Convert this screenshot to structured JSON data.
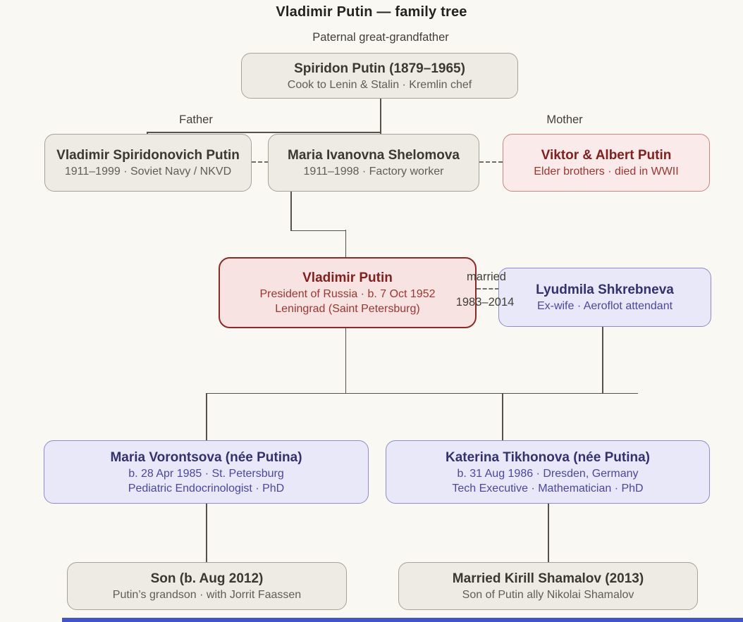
{
  "title": "Vladimir Putin — family tree",
  "labels": {
    "great_grandfather": "Paternal great-grandfather",
    "father": "Father",
    "mother": "Mother",
    "married": "married",
    "married_years": "1983–2014"
  },
  "nodes": {
    "spiridon": {
      "name": "Spiridon Putin (1879–1965)",
      "detail": "Cook to Lenin & Stalin · Kremlin chef"
    },
    "vladimir_sr": {
      "name": "Vladimir Spiridonovich Putin",
      "detail": "1911–1999 · Soviet Navy / NKVD"
    },
    "maria_shelomova": {
      "name": "Maria Ivanovna Shelomova",
      "detail": "1911–1998 · Factory worker"
    },
    "viktor_albert": {
      "name": "Viktor & Albert Putin",
      "detail": "Elder brothers · died in WWII"
    },
    "vladimir": {
      "name": "Vladimir Putin",
      "detail": "President of Russia · b. 7 Oct 1952",
      "detail2": "Leningrad (Saint Petersburg)"
    },
    "lyudmila": {
      "name": "Lyudmila Shkrebneva",
      "detail": "Ex-wife · Aeroflot attendant"
    },
    "maria_vorontsova": {
      "name": "Maria Vorontsova (née Putina)",
      "detail": "b. 28 Apr 1985 · St. Petersburg",
      "detail2": "Pediatric Endocrinologist · PhD"
    },
    "katerina": {
      "name": "Katerina Tikhonova (née Putina)",
      "detail": "b. 31 Aug 1986 · Dresden, Germany",
      "detail2": "Tech Executive · Mathematician · PhD"
    },
    "grandson": {
      "name": "Son (b. Aug 2012)",
      "detail": "Putin’s grandson · with Jorrit Faassen"
    },
    "shamalov": {
      "name": "Married Kirill Shamalov (2013)",
      "detail": "Son of Putin ally Nikolai Shamalov"
    }
  },
  "colors": {
    "background": "#faf8f2",
    "connector_line": "#54524a",
    "gray_box_bg": "#edebe3",
    "gray_box_border": "#a5a299",
    "red_box_bg": "#f8e3e3",
    "red_box_border": "#8e2a26",
    "red_text": "#821f1c",
    "purple_box_bg": "#e9e8f9",
    "purple_box_border": "#8f8bcd",
    "purple_text": "#34316f",
    "bottom_bar": "#4353c9"
  }
}
